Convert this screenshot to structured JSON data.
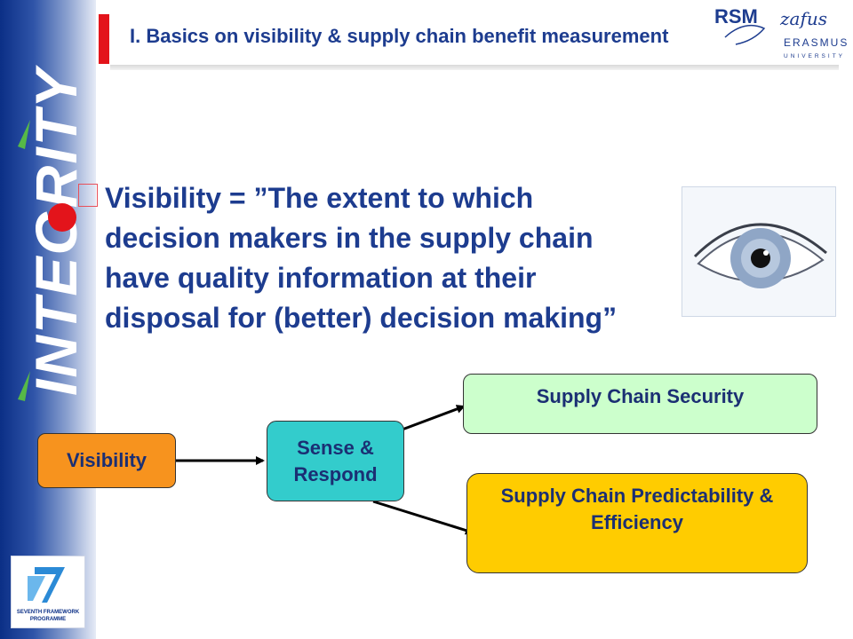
{
  "header": {
    "title": "I. Basics on visibility & supply chain benefit measurement",
    "university_logo_text": "RSM",
    "university_name": "ERASMUS",
    "university_suffix": "UNIVERSITY",
    "university_script": "zafus"
  },
  "sidebar": {
    "project_logo_text": "INTEGRITY",
    "program_logo_line1": "SEVENTH FRAMEWORK",
    "program_logo_line2": "PROGRAMME"
  },
  "content": {
    "definition": "Visibility = ”The extent to which decision makers in the supply chain have quality information at their disposal for (better) decision making”"
  },
  "diagram": {
    "nodes": {
      "visibility": "Visibility",
      "sense_respond": "Sense & Respond",
      "security": "Supply Chain Security",
      "predictability": "Supply Chain Predictability & Efficiency"
    }
  },
  "colors": {
    "brand_blue": "#1d3c8f",
    "accent_red": "#e3141b",
    "visibility_fill": "#f7931e",
    "sense_fill": "#33cccc",
    "security_fill": "#ccffcc",
    "predict_fill": "#ffcc00"
  },
  "icons": {
    "eye_image": "eye-photo-icon",
    "bullet": "square-bullet-icon"
  }
}
